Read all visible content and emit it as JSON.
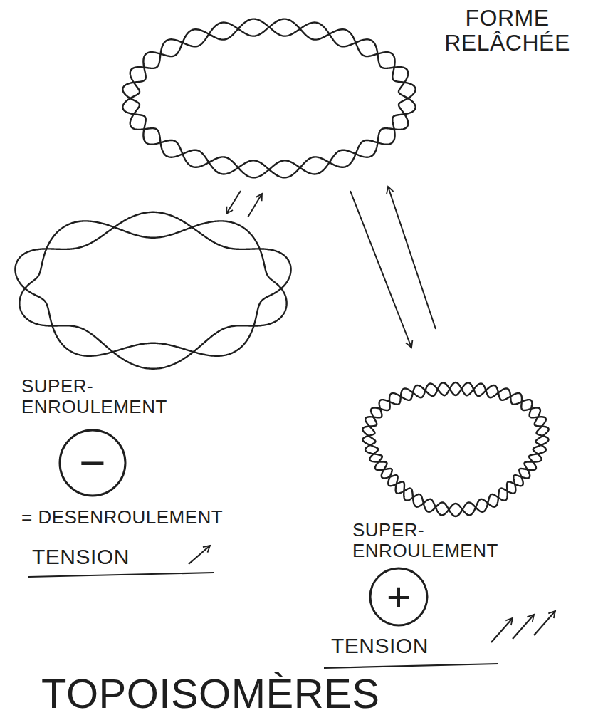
{
  "diagram": {
    "title": "TOPOISOMÈRES",
    "nodes": [
      {
        "text": [
          "−"
        ]
      },
      {
        "text": [
          "+"
        ]
      }
    ],
    "labels": [
      "FORME RELÂCHÉE",
      "SUPER- ENROULEMENT",
      "= DESENROULEMENT",
      "TENSION",
      "SUPER- ENROULEMENT",
      "TENSION"
    ]
  }
}
